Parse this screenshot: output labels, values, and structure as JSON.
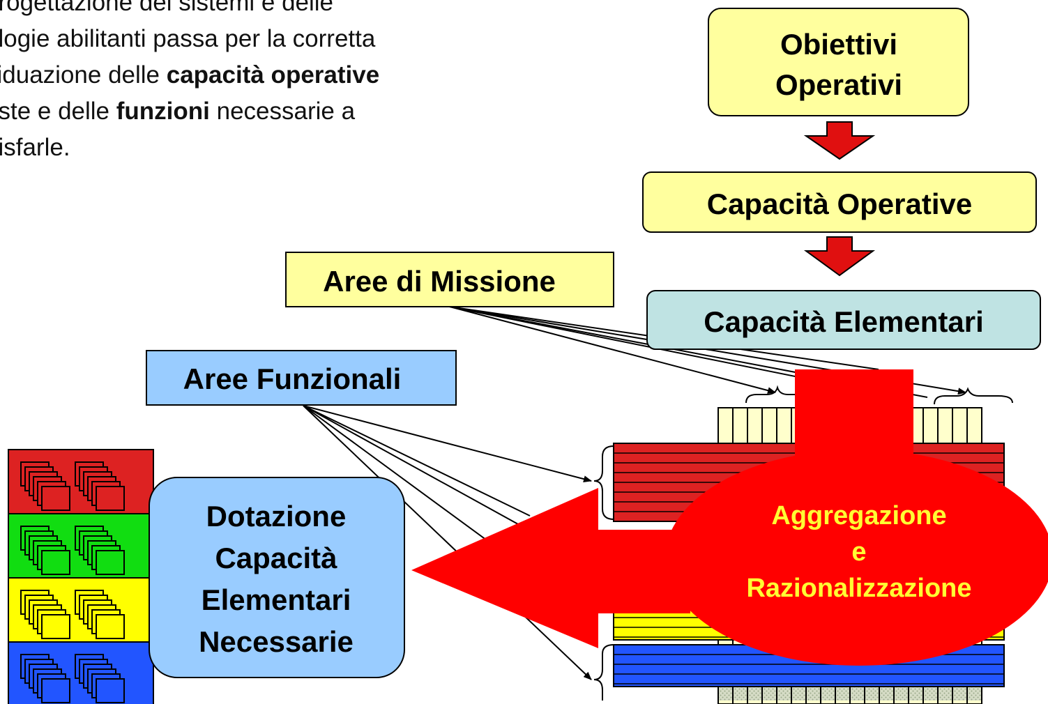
{
  "intro": {
    "line1": "progettazione dei sistemi e delle",
    "line2": "ologie abilitanti passa per la corretta",
    "line3_pre": "viduazione delle ",
    "line3_bold": "capacità operative",
    "line4_pre": "este e delle ",
    "line4_bold": "funzioni",
    "line4_post": " necessarie a",
    "line5": "disfarle."
  },
  "boxes": {
    "obiettivi_line1": "Obiettivi",
    "obiettivi_line2": "Operativi",
    "capacita_operative": "Capacità Operative",
    "aree_missione": "Aree di Missione",
    "capacita_elementari": "Capacità Elementari",
    "aree_funzionali": "Aree Funzionali",
    "dotazione_line1": "Dotazione",
    "dotazione_line2": "Capacità",
    "dotazione_line3": "Elementari",
    "dotazione_line4": "Necessarie",
    "aggregazione_line1": "Aggregazione",
    "aggregazione_line2": "e",
    "aggregazione_line3": "Razionalizzazione"
  },
  "colors": {
    "yellow_box": "#ffff9e",
    "teal_box": "#bfe3e3",
    "blue_box": "#99ccff",
    "red_arrow": "#ff0000",
    "dark_red_arrow": "#e01010",
    "aggregation_text": "#ffff33",
    "band_red": "#dd2222",
    "band_green": "#11dd11",
    "band_yellow": "#ffff00",
    "band_blue": "#2255ff",
    "column_fill": "#ffffcc"
  }
}
